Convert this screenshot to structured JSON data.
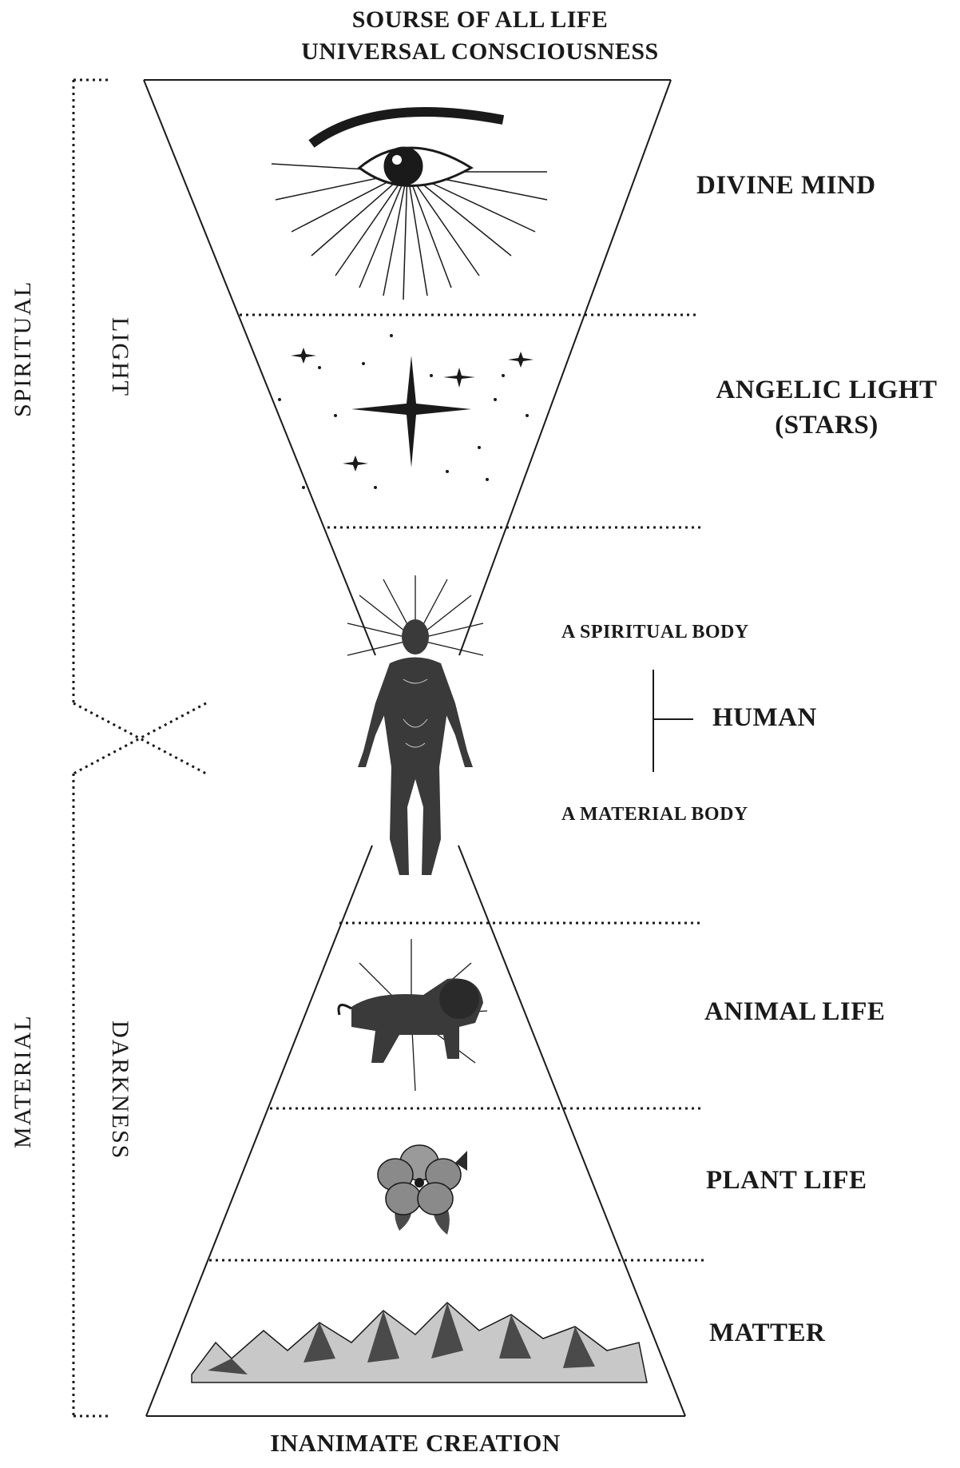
{
  "title": {
    "line1": "SOURSE OF ALL LIFE",
    "line2": "UNIVERSAL CONSCIOUSNESS"
  },
  "bottom_label": "INANIMATE CREATION",
  "side_labels": {
    "spiritual": "SPIRITUAL",
    "material": "MATERIAL",
    "light": "LIGHT",
    "darkness": "DARKNESS"
  },
  "levels": {
    "divine_mind": "DIVINE MIND",
    "angelic_light_1": "ANGELIC LIGHT",
    "angelic_light_2": "(STARS)",
    "spiritual_body": "A SPIRITUAL BODY",
    "human": "HUMAN",
    "material_body": "A MATERIAL BODY",
    "animal_life": "ANIMAL LIFE",
    "plant_life": "PLANT LIFE",
    "matter": "MATTER"
  },
  "icons": [
    "eye-icon",
    "stars-icon",
    "human-figure-icon",
    "lion-icon",
    "flower-icon",
    "mountains-icon"
  ],
  "colors": {
    "ink": "#1a1a1a",
    "paper": "#ffffff"
  }
}
